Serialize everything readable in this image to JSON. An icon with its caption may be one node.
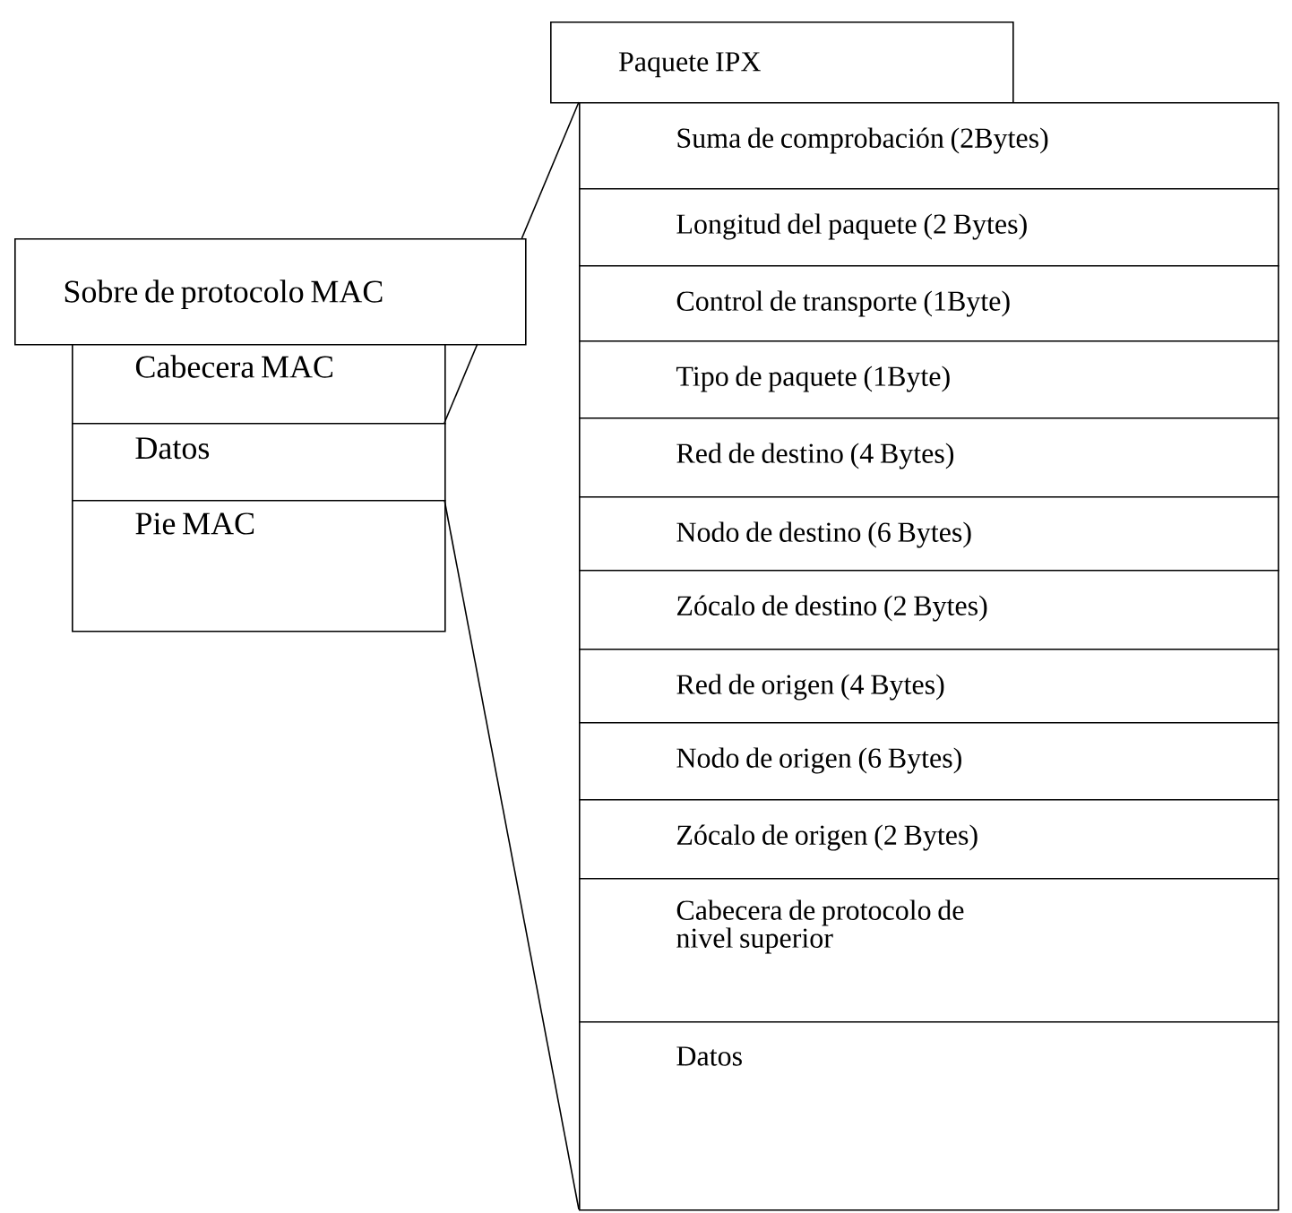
{
  "diagram": {
    "nodes": [
      {
        "text": [
          "Sobre de protocolo MAC"
        ]
      },
      {
        "text": [
          "Cabecera MAC"
        ]
      },
      {
        "text": [
          "Datos"
        ]
      },
      {
        "text": [
          "Pie MAC"
        ]
      },
      {
        "text": [
          "Paquete IPX"
        ]
      },
      {
        "text": [
          "Suma de comprobación (2Bytes)"
        ]
      },
      {
        "text": [
          "Longitud del paquete (2 Bytes)"
        ]
      },
      {
        "text": [
          "Control de transporte (1Byte)"
        ]
      },
      {
        "text": [
          "Tipo de paquete (1Byte)"
        ]
      },
      {
        "text": [
          "Red de destino (4 Bytes)"
        ]
      },
      {
        "text": [
          "Nodo de destino (6 Bytes)"
        ]
      },
      {
        "text": [
          "Zócalo de destino (2 Bytes)"
        ]
      },
      {
        "text": [
          "Red de origen (4 Bytes)"
        ]
      },
      {
        "text": [
          "Nodo de origen (6 Bytes)"
        ]
      },
      {
        "text": [
          "Zócalo de origen (2 Bytes)"
        ]
      },
      {
        "text": [
          "Cabecera de protocolo de nivel superior"
        ]
      },
      {
        "text": [
          "Datos"
        ]
      }
    ],
    "edges": [
      {
        "from": 0,
        "to": 4,
        "arrow": "none"
      },
      {
        "from": 2,
        "to": 0,
        "arrow": "none"
      },
      {
        "from": 2,
        "to": 16,
        "arrow": "none"
      }
    ]
  }
}
